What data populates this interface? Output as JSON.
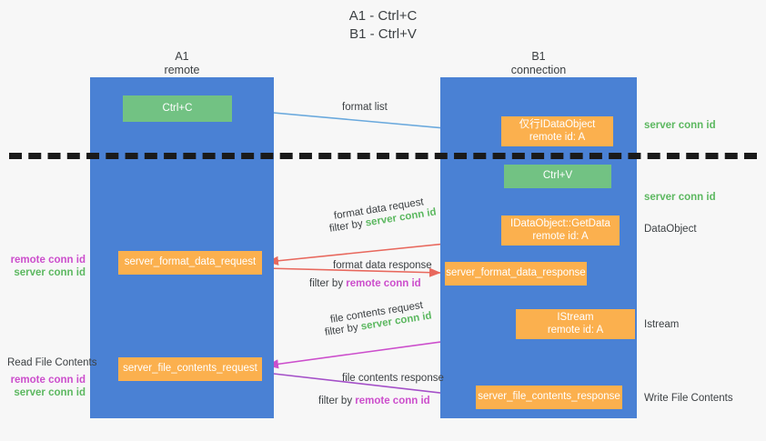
{
  "title": {
    "line1": "A1 - Ctrl+C",
    "line2": "B1 - Ctrl+V"
  },
  "lanes": [
    {
      "id": "a1",
      "name": "A1",
      "sub": "remote",
      "color": "#4a81d4"
    },
    {
      "id": "b1",
      "name": "B1",
      "sub": "connection",
      "color": "#4a81d4"
    }
  ],
  "colors": {
    "lane": "#4a81d4",
    "green_box": "#72c283",
    "orange_box": "#fbb04e",
    "green_text": "#5cb860",
    "magenta_text": "#cc4ecc",
    "arrow_blue": "#6aa9dd",
    "arrow_red": "#e8685d",
    "arrow_magenta": "#cc4ecc",
    "arrow_purple": "#a450c8",
    "arrow_dark": "#1a1a1a",
    "divider": "#1a1a1a",
    "background": "#f7f7f7"
  },
  "nodes": {
    "ctrl_c": {
      "label": "Ctrl+C"
    },
    "idataobject": {
      "line1": "仅行IDataObject",
      "line2": "remote id: A"
    },
    "ctrl_v": {
      "label": "Ctrl+V"
    },
    "getdata": {
      "line1": "IDataObject::GetData",
      "line2": "remote id: A"
    },
    "format_data_request": {
      "label": "server_format_data_request"
    },
    "format_data_response": {
      "label": "server_format_data_response"
    },
    "istream": {
      "line1": "IStream",
      "line2": "remote id: A"
    },
    "file_contents_request": {
      "label": "server_file_contents_request"
    },
    "file_contents_response": {
      "label": "server_file_contents_response"
    }
  },
  "edge_labels": {
    "format_list": "format list",
    "format_data_request": "format data request",
    "filter_by": "filter by ",
    "server_conn_id": "server conn id",
    "format_data_response": "format data response",
    "remote_conn_id": "remote conn id",
    "file_contents_request": "file contents request",
    "file_contents_response": "file contents response"
  },
  "annotations": {
    "server_conn_id_top": "server conn id",
    "server_conn_id_mid": "server conn id",
    "dataobject": "DataObject",
    "istream": "Istream",
    "write_file_contents": "Write File Contents",
    "read_file_contents": "Read File Contents",
    "remote_conn_id": "remote conn id",
    "server_conn_id": "server conn id"
  }
}
